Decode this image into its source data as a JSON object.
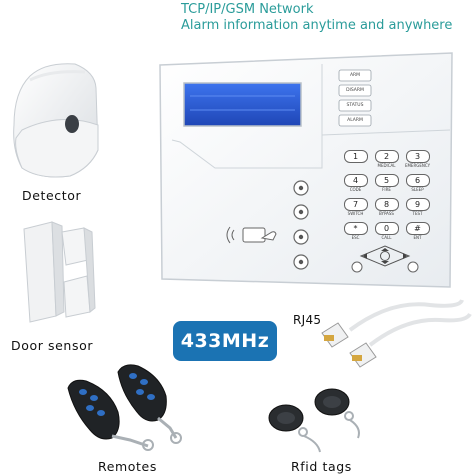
{
  "headline": {
    "line1": "TCP/IP/GSM Network",
    "line2": "Alarm information anytime and anywhere"
  },
  "labels": {
    "detector": "Detector",
    "door_sensor": "Door sensor",
    "remotes": "Remotes",
    "rfid_tags": "Rfid tags",
    "rj45": "RJ45"
  },
  "badge": "433MHz",
  "panel": {
    "side_buttons": [
      "ARM",
      "DISARM",
      "STATUS",
      "ALARM"
    ],
    "keypad": [
      {
        "key": "1",
        "sub": ""
      },
      {
        "key": "2",
        "sub": "MEDICAL"
      },
      {
        "key": "3",
        "sub": "EMERGENCY"
      },
      {
        "key": "4",
        "sub": "CODE"
      },
      {
        "key": "5",
        "sub": "FIRE"
      },
      {
        "key": "6",
        "sub": "SLEEP"
      },
      {
        "key": "7",
        "sub": "SWITCH"
      },
      {
        "key": "8",
        "sub": "BYPASS"
      },
      {
        "key": "9",
        "sub": "TEST"
      },
      {
        "key": "*",
        "sub": "ESC"
      },
      {
        "key": "0",
        "sub": "CALL"
      },
      {
        "key": "#",
        "sub": "ENT"
      }
    ]
  },
  "colors": {
    "headline": "#2a9c9a",
    "badge": "#1b73b3",
    "lcd": "#2d5fd6",
    "panel": "#f4f6f8",
    "remote_buttons": "#2f6fc4"
  }
}
